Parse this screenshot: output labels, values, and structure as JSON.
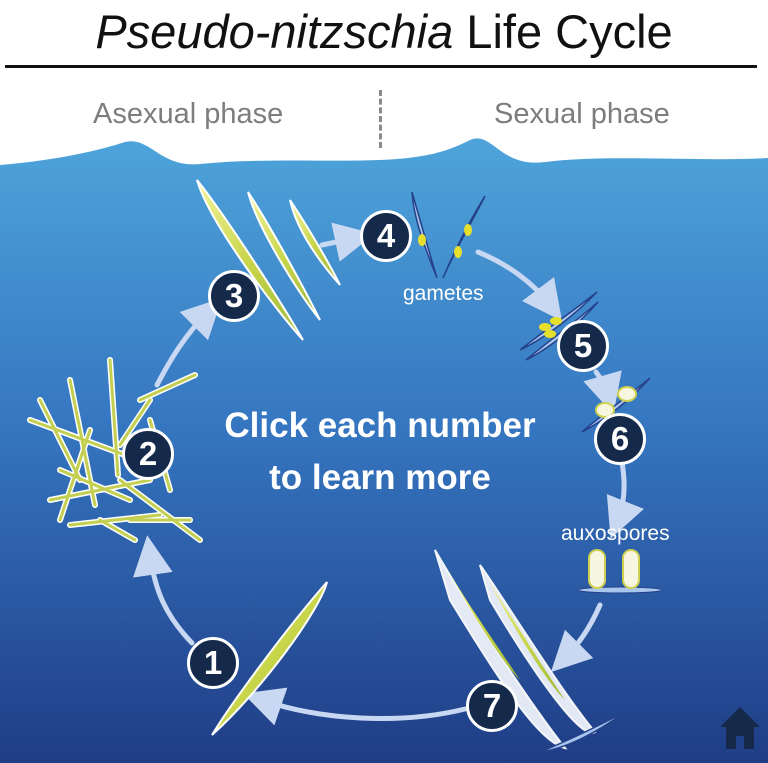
{
  "title": {
    "italic": "Pseudo-nitzschia",
    "rest": " Life Cycle"
  },
  "phases": {
    "asexual": "Asexual phase",
    "sexual": "Sexual phase"
  },
  "steps": [
    "1",
    "2",
    "3",
    "4",
    "5",
    "6",
    "7"
  ],
  "stage_labels": {
    "gametes": "gametes",
    "auxospores": "auxospores"
  },
  "instruction": {
    "line1": "Click each number",
    "line2": "to learn more"
  },
  "icons": {
    "home": "home-icon"
  },
  "colors": {
    "ocean_top": "#4ea4da",
    "ocean_bottom": "#1f3d86",
    "step_fill": "#15294a",
    "diatom_fill": "#c9d64a",
    "arrow": "#c9d8f2"
  }
}
